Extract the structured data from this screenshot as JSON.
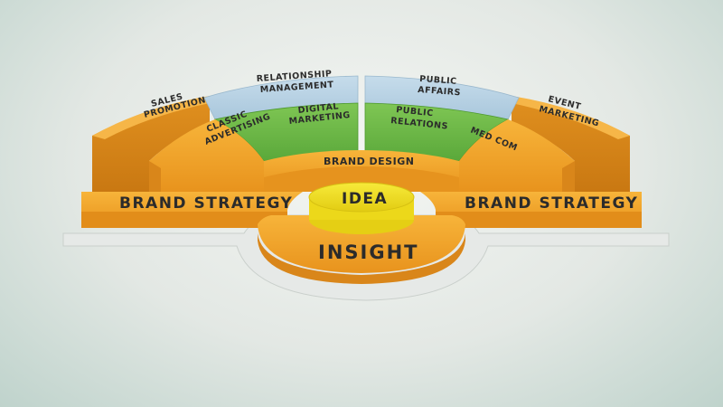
{
  "diagram": {
    "labels": {
      "sales_promotion": [
        "SALES",
        "PROMOTION"
      ],
      "relationship_management": [
        "RELATIONSHIP",
        "MANAGEMENT"
      ],
      "public_affairs": [
        "PUBLIC",
        "AFFAIRS"
      ],
      "event_marketing": [
        "EVENT",
        "MARKETING"
      ],
      "classic_advertising": [
        "CLASSIC",
        "ADVERTISING"
      ],
      "digital_marketing": [
        "DIGITAL",
        "MARKETING"
      ],
      "public_relations": [
        "PUBLIC",
        "RELATIONS"
      ],
      "med_com": "MED COM",
      "brand_design": "BRAND DESIGN",
      "idea": "IDEA",
      "insight": "INSIGHT",
      "brand_strategy_left": "BRAND STRATEGY",
      "brand_strategy_right": "BRAND STRATEGY"
    },
    "colors": {
      "orange": "#f2a42a",
      "orange_dark": "#d9861a",
      "green": "#6db845",
      "green_dark": "#4f9a30",
      "blue": "#b7d1e3",
      "blue_dark": "#93b4cc",
      "yellow": "#f2e21a",
      "base": "#e9ecea"
    }
  }
}
